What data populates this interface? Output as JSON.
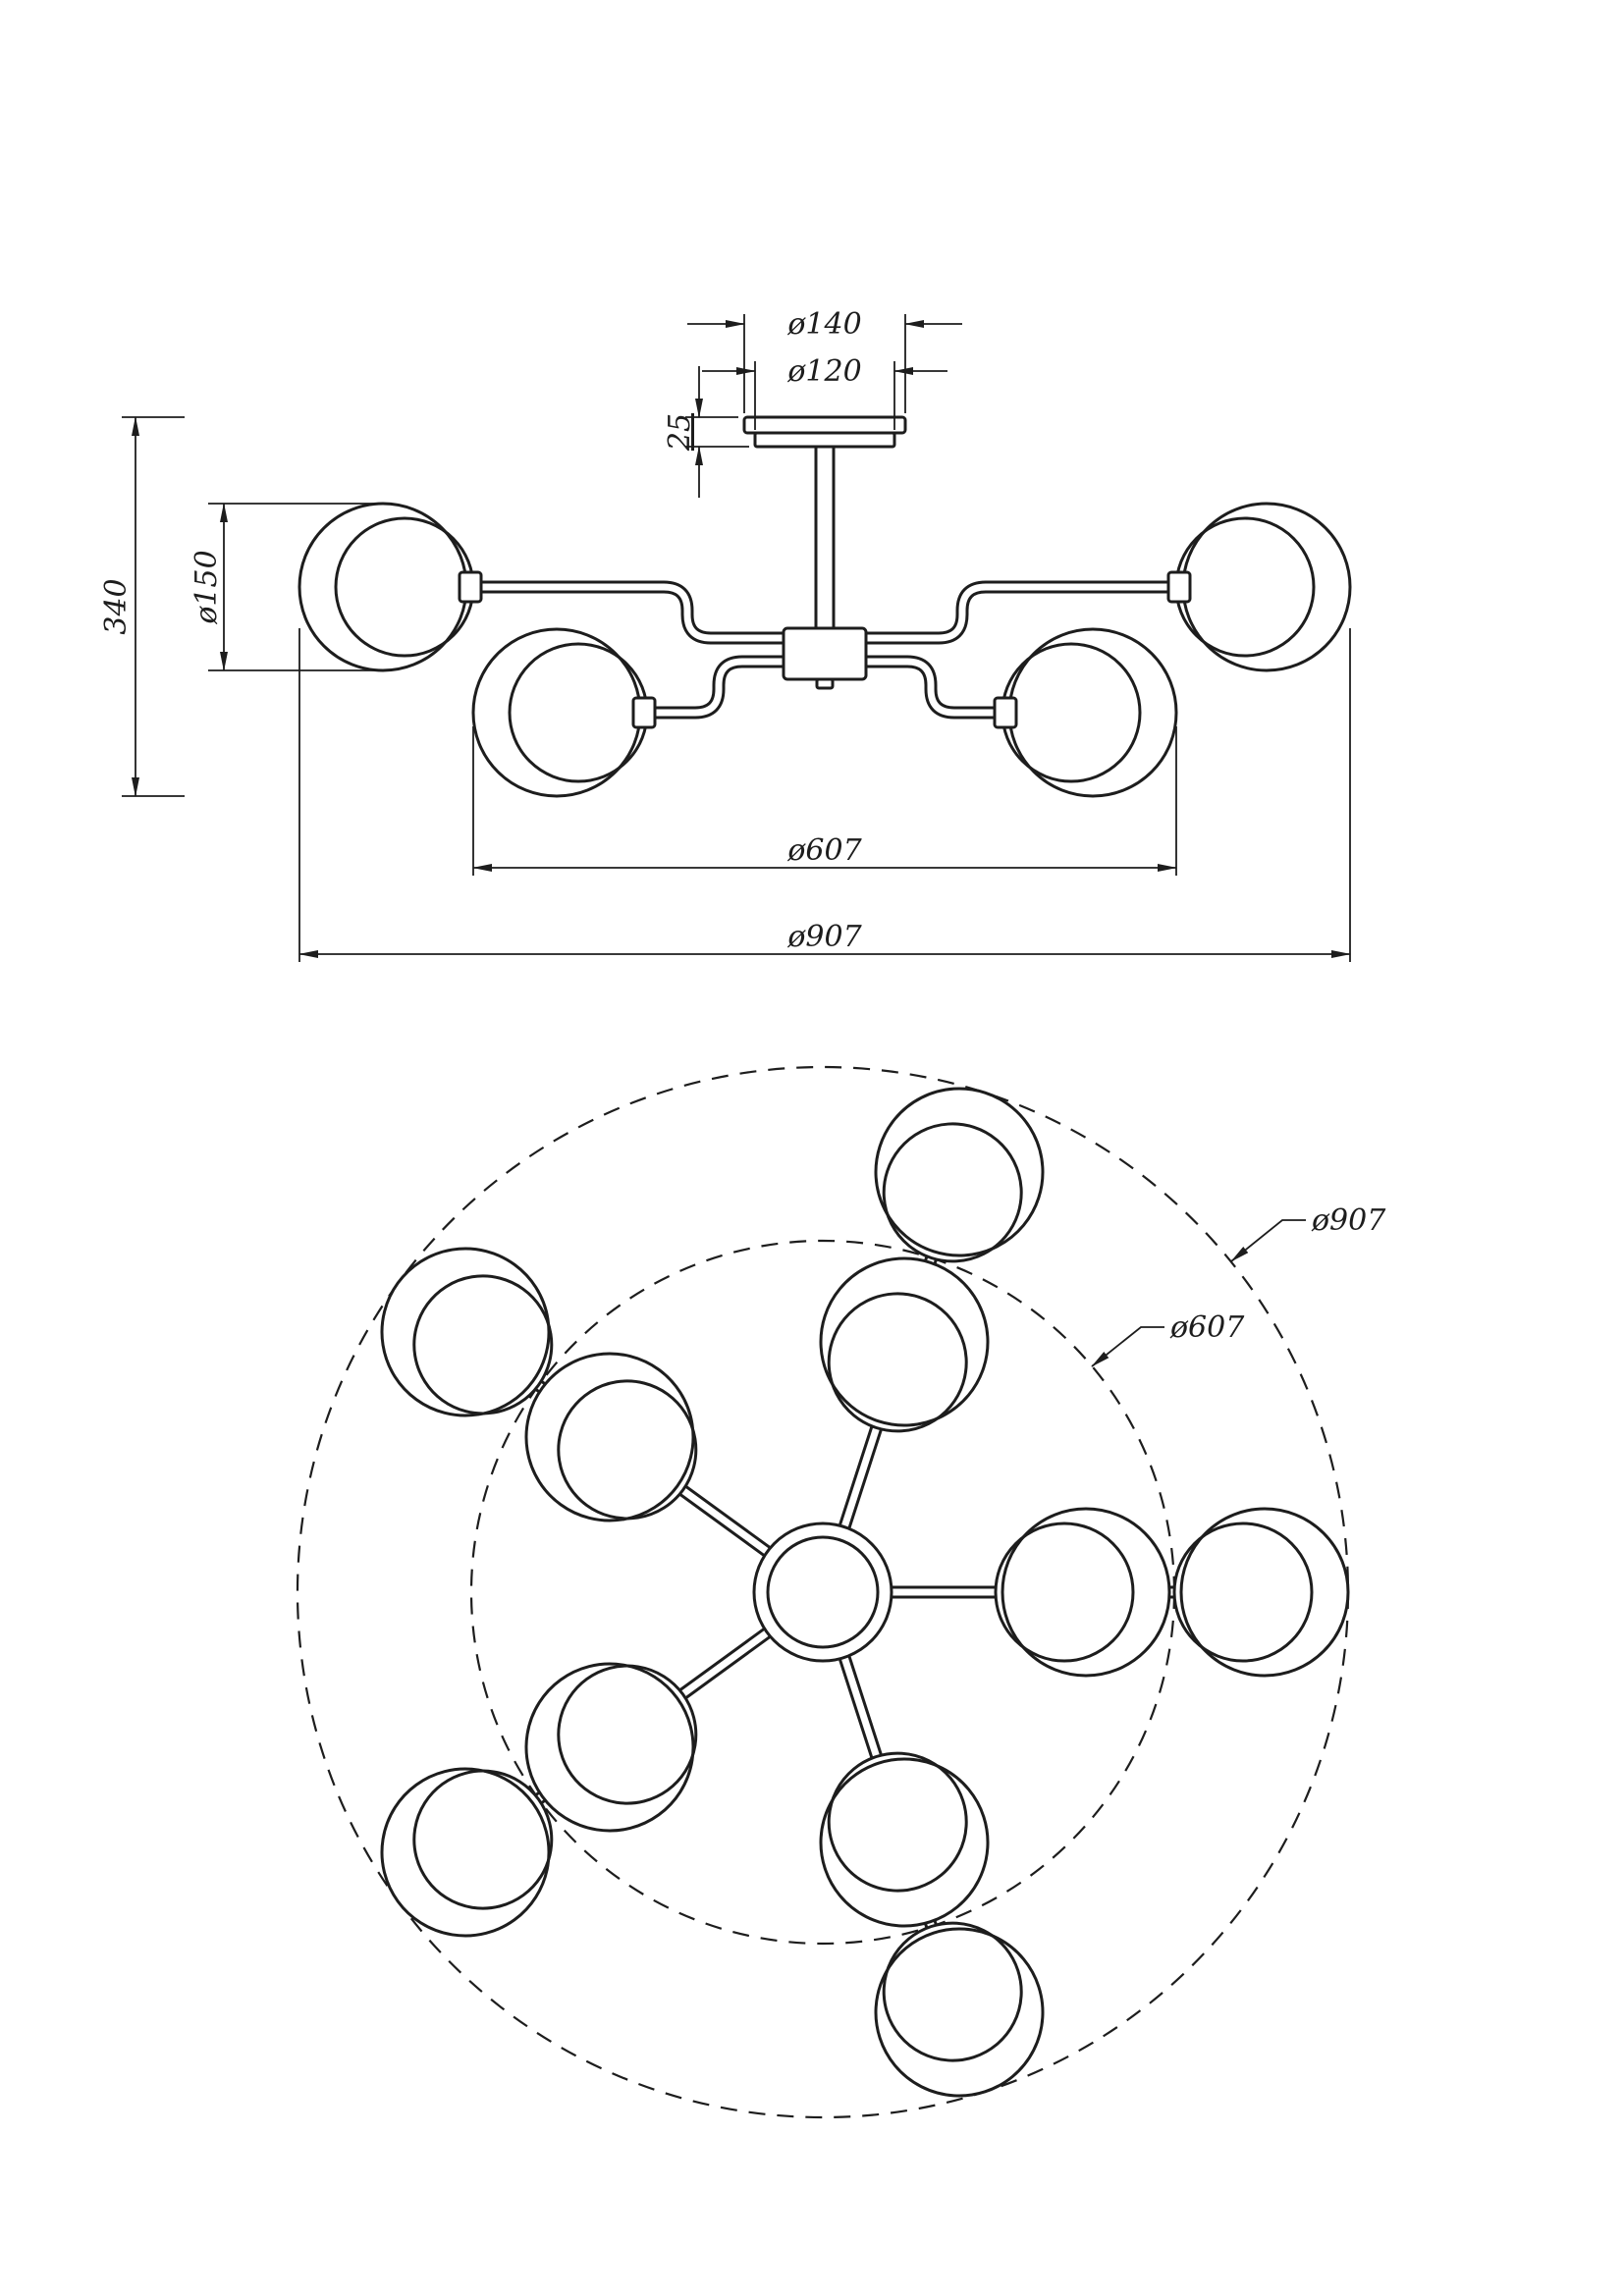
{
  "page": {
    "background": "#ffffff",
    "line_color": "#1d1d1d"
  },
  "drawing": {
    "type": "technical-dimension-drawing",
    "subject": "ceiling chandelier, side elevation and plan view",
    "side_view": {
      "dim_canopy_outer": "ø140",
      "dim_canopy_inner": "ø120",
      "dim_canopy_height": "25",
      "dim_globe_diameter": "ø150",
      "dim_total_height": "340",
      "dim_inner_span": "ø607",
      "dim_outer_span": "ø907"
    },
    "plan_view": {
      "dim_outer_circle": "ø907",
      "dim_inner_circle": "ø607"
    }
  }
}
